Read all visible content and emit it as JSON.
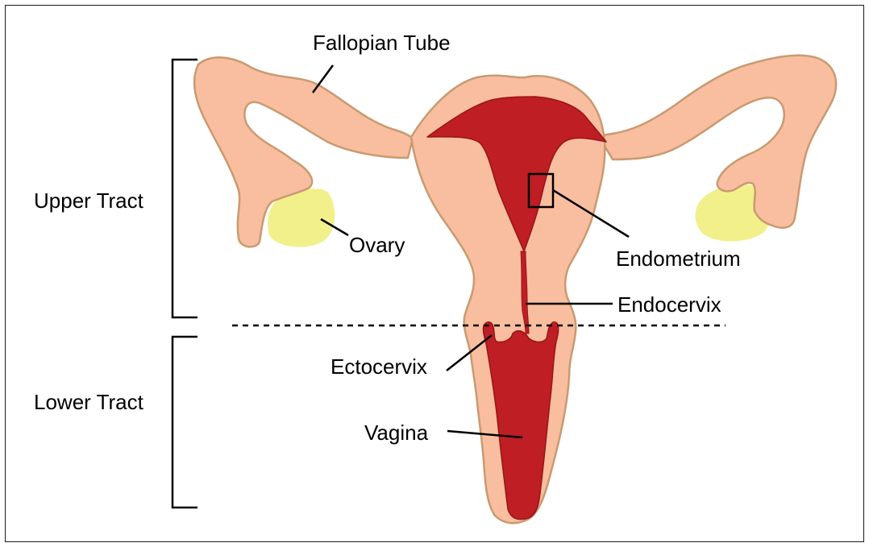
{
  "colors": {
    "tissue": "#F8BE9F",
    "tissue_outline": "#C99A70",
    "lining": "#BE1E24",
    "lining_outline": "#9A1518",
    "ovary": "#F2F08A",
    "line": "#000000"
  },
  "labels": {
    "fallopian_tube": "Fallopian Tube",
    "upper_tract": "Upper Tract",
    "ovary": "Ovary",
    "endometrium": "Endometrium",
    "endocervix": "Endocervix",
    "ectocervix": "Ectocervix",
    "lower_tract": "Lower Tract",
    "vagina": "Vagina"
  }
}
